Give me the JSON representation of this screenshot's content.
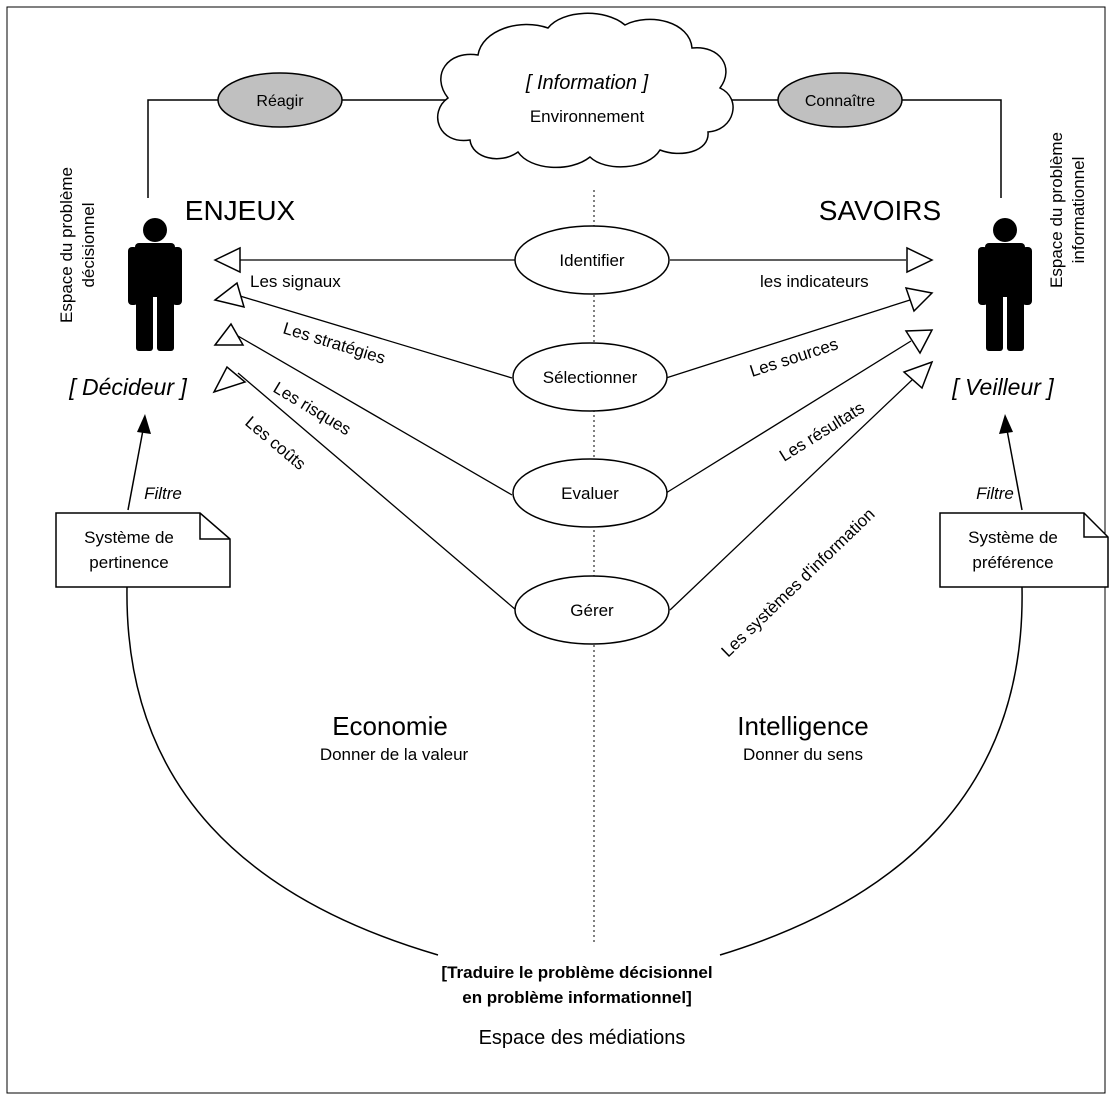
{
  "cloud": {
    "title": "[ Information ]",
    "subtitle": "Environnement"
  },
  "top_ovals": {
    "left": "Réagir",
    "right": "Connaître"
  },
  "headings": {
    "left": "ENJEUX",
    "right": "SAVOIRS"
  },
  "actors": {
    "left": {
      "role": "[ Décideur ]",
      "space_line1": "Espace du problème",
      "space_line2": "décisionnel"
    },
    "right": {
      "role": "[ Veilleur ]",
      "space_line1": "Espace du problème",
      "space_line2": "informationnel"
    }
  },
  "center_ovals": [
    "Identifier",
    "Sélectionner",
    "Evaluer",
    "Gérer"
  ],
  "left_labels": [
    "Les signaux",
    "Les stratégies",
    "Les risques",
    "Les coûts"
  ],
  "right_labels": [
    "les indicateurs",
    "Les sources",
    "Les résultats",
    "Les systèmes d'information"
  ],
  "filters": {
    "left": {
      "label": "Filtre",
      "line1": "Système de",
      "line2": "pertinence"
    },
    "right": {
      "label": "Filtre",
      "line1": "Système de",
      "line2": "préférence"
    }
  },
  "domains": {
    "left": {
      "title": "Economie",
      "subtitle": "Donner de la valeur"
    },
    "right": {
      "title": "Intelligence",
      "subtitle": "Donner du sens"
    }
  },
  "bottom": {
    "line1": "[Traduire le problème décisionnel",
    "line2": "en problème informationnel]",
    "footer": "Espace des médiations"
  },
  "colors": {
    "oval_fill_top": "#c0c0c0",
    "stroke": "#000000",
    "background": "#ffffff"
  }
}
